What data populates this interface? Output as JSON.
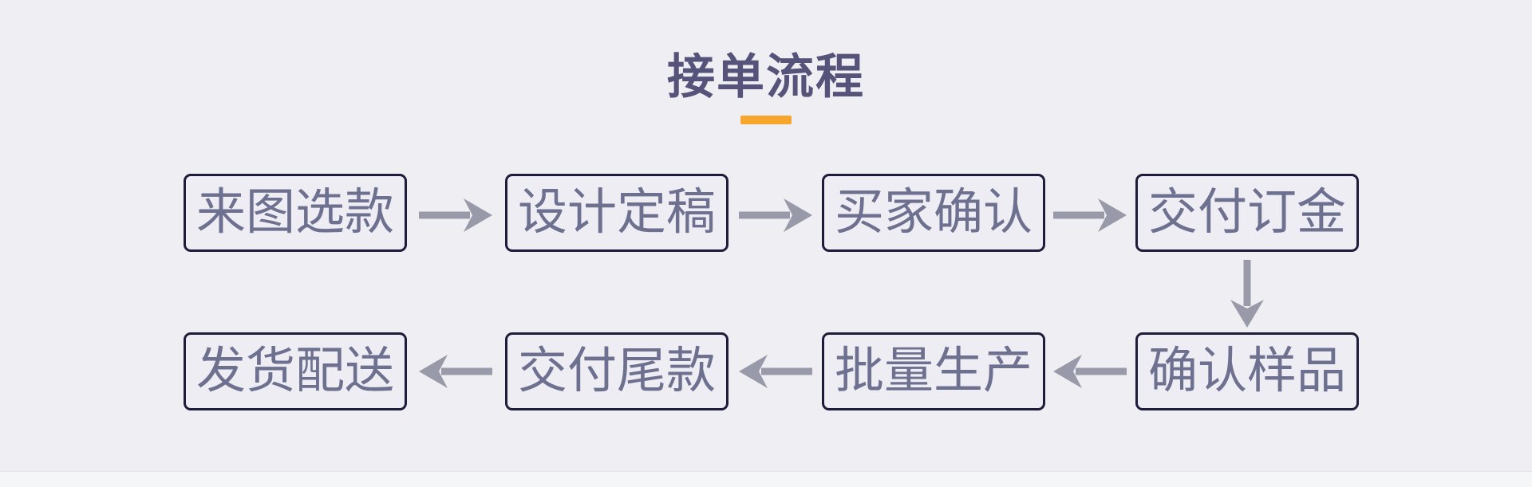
{
  "title": "接单流程",
  "steps": {
    "row1": [
      {
        "label": "来图选款"
      },
      {
        "label": "设计定稿"
      },
      {
        "label": "买家确认"
      },
      {
        "label": "交付订金"
      }
    ],
    "row2": [
      {
        "label": "发货配送"
      },
      {
        "label": "交付尾款"
      },
      {
        "label": "批量生产"
      },
      {
        "label": "确认样品"
      }
    ]
  },
  "icons": {
    "row1_connectors": "arrow-right",
    "row2_connectors": "arrow-left",
    "column_connector": "arrow-down"
  },
  "colors": {
    "background": "#efeef3",
    "box_border": "#1d1d3b",
    "box_fill": "#ededf3",
    "box_text": "#6e7090",
    "title_text": "#555379",
    "divider_orange": "#f6a62d",
    "arrow_gray": "#9899a9",
    "bottom_strip": "#f5f6f8"
  }
}
